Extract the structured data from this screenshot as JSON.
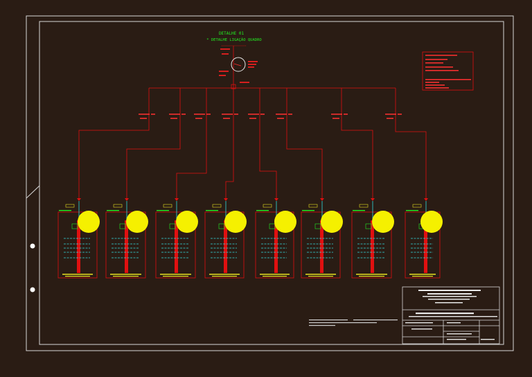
{
  "drawing": {
    "title": "DETALHE 01",
    "subtitle": "* DETALHE LIGAÇÃO QUADRO"
  },
  "colors": {
    "background": "#2a1c14",
    "border": "#d8d8d8",
    "wire": "#e01010",
    "label": "#ff3030",
    "title": "#22ee22",
    "device": "#33dddd",
    "tag": "#e6e020",
    "highlight": "#f5f000"
  },
  "panels": [
    {
      "id": "p1"
    },
    {
      "id": "p2"
    },
    {
      "id": "p3"
    },
    {
      "id": "p4"
    },
    {
      "id": "p5"
    },
    {
      "id": "p6"
    },
    {
      "id": "p7"
    },
    {
      "id": "p8"
    }
  ]
}
